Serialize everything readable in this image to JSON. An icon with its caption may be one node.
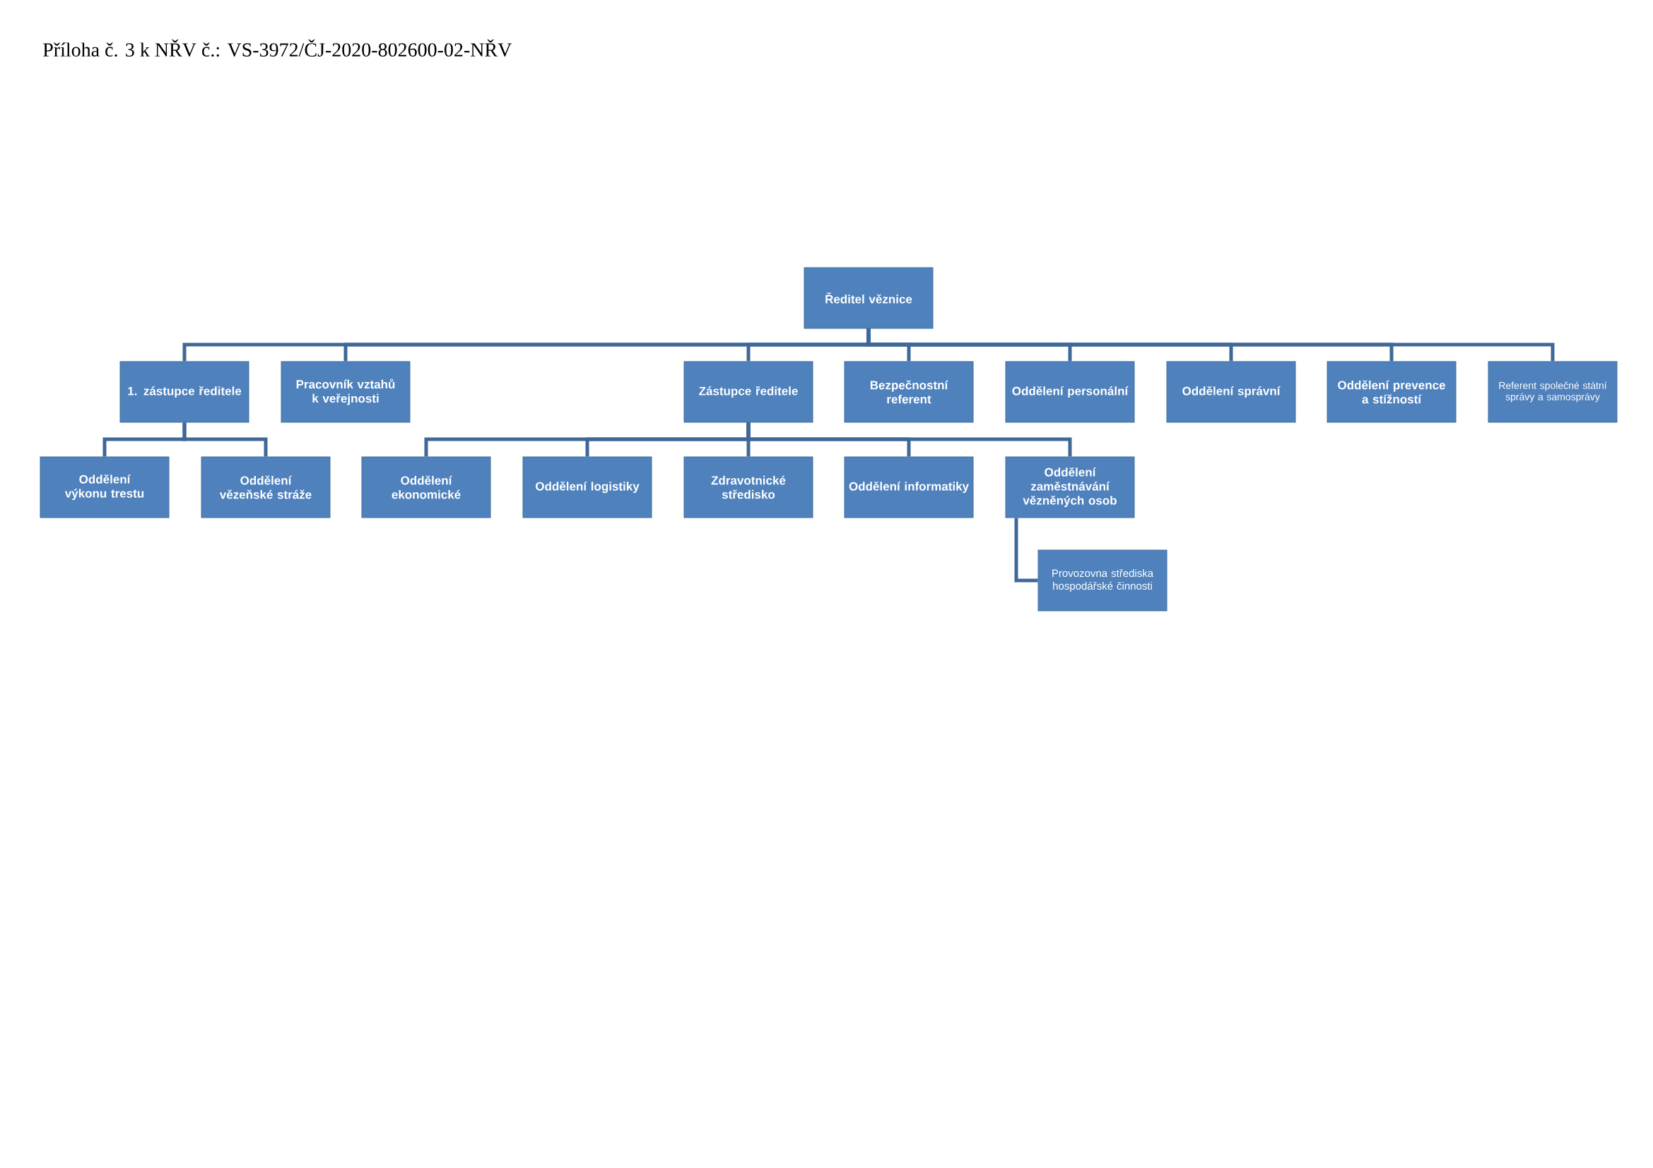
{
  "diagram": {
    "title": "Příloha č. 3 k NŘV č.: VS-3972/ČJ-2020-802600-02-NŘV",
    "nodes": [
      {
        "text": [
          "Ředitel věznice"
        ]
      },
      {
        "text": [
          "1. zástupce ředitele"
        ]
      },
      {
        "text": [
          "Pracovník vztahů k veřejnosti"
        ]
      },
      {
        "text": [
          "Zástupce ředitele"
        ]
      },
      {
        "text": [
          "Bezpečnostní referent"
        ]
      },
      {
        "text": [
          "Oddělení personální"
        ]
      },
      {
        "text": [
          "Oddělení správní"
        ]
      },
      {
        "text": [
          "Oddělení prevence a stížností"
        ]
      },
      {
        "text": [
          "Referent společné státní správy a samosprávy"
        ]
      },
      {
        "text": [
          "Oddělení výkonu trestu"
        ]
      },
      {
        "text": [
          "Oddělení vězeňské stráže"
        ]
      },
      {
        "text": [
          "Oddělení ekonomické"
        ]
      },
      {
        "text": [
          "Oddělení logistiky"
        ]
      },
      {
        "text": [
          "Zdravotnické středisko"
        ]
      },
      {
        "text": [
          "Oddělení informatiky"
        ]
      },
      {
        "text": [
          "Oddělení zaměstnávání vězněných osob"
        ]
      },
      {
        "text": [
          "Provozovna střediska hospodářské činnosti"
        ]
      }
    ],
    "edges": [
      {
        "from": 0,
        "to": 1,
        "arrow": "none"
      },
      {
        "from": 0,
        "to": 2,
        "arrow": "none"
      },
      {
        "from": 0,
        "to": 3,
        "arrow": "none"
      },
      {
        "from": 0,
        "to": 4,
        "arrow": "none"
      },
      {
        "from": 0,
        "to": 5,
        "arrow": "none"
      },
      {
        "from": 0,
        "to": 6,
        "arrow": "none"
      },
      {
        "from": 0,
        "to": 7,
        "arrow": "none"
      },
      {
        "from": 0,
        "to": 8,
        "arrow": "none"
      },
      {
        "from": 1,
        "to": 9,
        "arrow": "none"
      },
      {
        "from": 1,
        "to": 10,
        "arrow": "none"
      },
      {
        "from": 3,
        "to": 11,
        "arrow": "none"
      },
      {
        "from": 3,
        "to": 12,
        "arrow": "none"
      },
      {
        "from": 3,
        "to": 13,
        "arrow": "none"
      },
      {
        "from": 3,
        "to": 14,
        "arrow": "none"
      },
      {
        "from": 3,
        "to": 15,
        "arrow": "none"
      },
      {
        "from": 15,
        "to": 16,
        "arrow": "none"
      }
    ]
  }
}
